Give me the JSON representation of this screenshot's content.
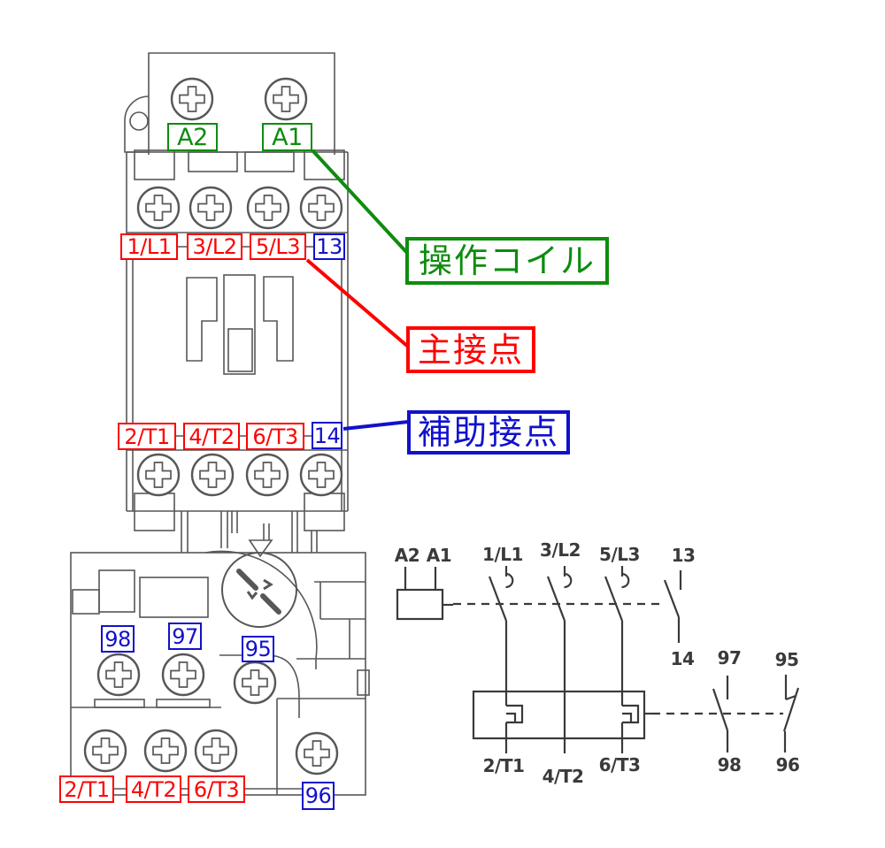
{
  "colors": {
    "green": "#0e8c0e",
    "red": "#fe0000",
    "blue": "#1111cc",
    "linework_gray": "#575757",
    "schematic_gray": "#3a3a3a",
    "background": "#ffffff"
  },
  "device": {
    "coil_terminals": [
      {
        "text": "A2"
      },
      {
        "text": "A1"
      }
    ],
    "line_terminals": [
      {
        "text": "1/L1"
      },
      {
        "text": "3/L2"
      },
      {
        "text": "5/L3"
      }
    ],
    "aux_terminal_13": {
      "text": "13"
    },
    "load_terminals": [
      {
        "text": "2/T1"
      },
      {
        "text": "4/T2"
      },
      {
        "text": "6/T3"
      }
    ],
    "aux_terminal_14": {
      "text": "14"
    },
    "relay_aux_terminals": [
      {
        "text": "98"
      },
      {
        "text": "97"
      },
      {
        "text": "95"
      }
    ],
    "relay_load_terminals": [
      {
        "text": "2/T1"
      },
      {
        "text": "4/T2"
      },
      {
        "text": "6/T3"
      }
    ],
    "relay_aux_terminal_96": {
      "text": "96"
    }
  },
  "callouts": {
    "coil": {
      "text": "操作コイル",
      "color": "#0e8c0e"
    },
    "main_contacts": {
      "text": "主接点",
      "color": "#fe0000"
    },
    "aux_contacts": {
      "text": "補助接点",
      "color": "#1111cc"
    }
  },
  "schematic": {
    "labels": {
      "a2": "A2",
      "a1": "A1",
      "l1": "1/L1",
      "l2": "3/L2",
      "l3": "5/L3",
      "c13": "13",
      "c14": "14",
      "c97": "97",
      "c95": "95",
      "t1": "2/T1",
      "t2": "4/T2",
      "t3": "6/T3",
      "c98": "98",
      "c96": "96"
    }
  }
}
